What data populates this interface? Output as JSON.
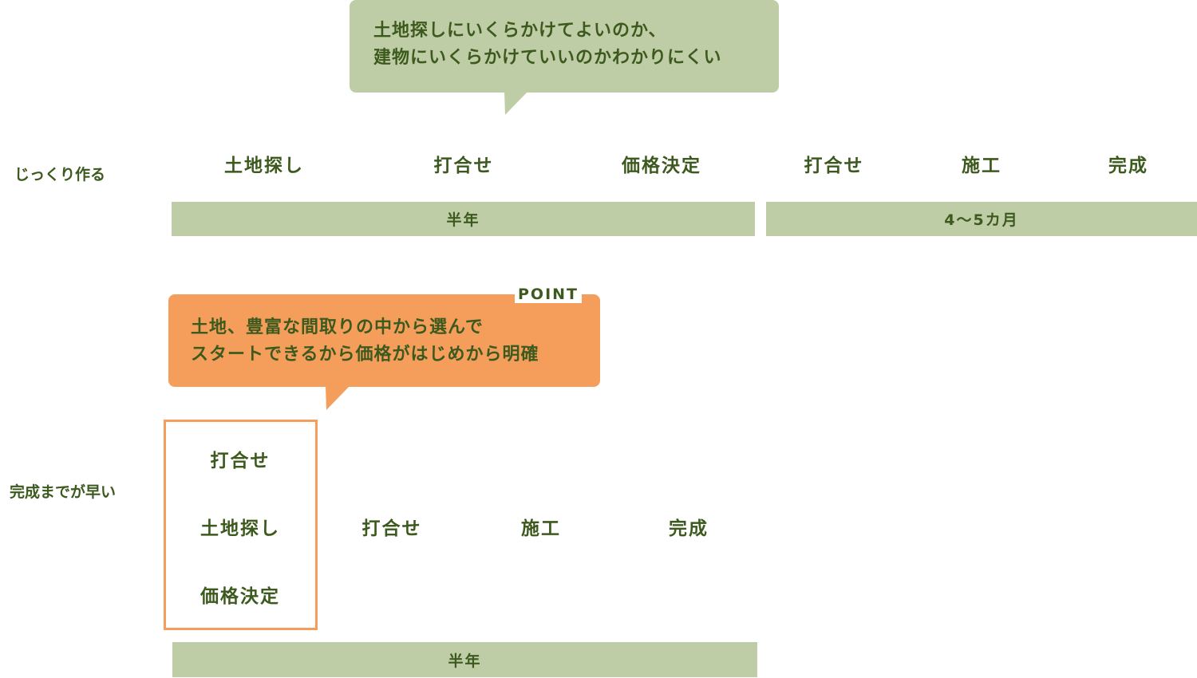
{
  "top_bubble": {
    "line1": "土地探しにいくらかけてよいのか、",
    "line2": "建物にいくらかけていいのかわかりにくい",
    "color": "#bfcda6"
  },
  "row1": {
    "label": "じっくり作る",
    "steps": [
      "土地探し",
      "打合せ",
      "価格決定",
      "打合せ",
      "施工",
      "完成"
    ],
    "bars": [
      "半年",
      "4〜5カ月"
    ]
  },
  "point_bubble": {
    "tag": "POINT",
    "line1": "土地、豊富な間取りの中から選んで",
    "line2": "スタートできるから価格がはじめから明確",
    "color": "#f59e5b"
  },
  "row2": {
    "label": "完成までが早い",
    "boxed_steps": [
      "打合せ",
      "土地探し",
      "価格決定"
    ],
    "steps": [
      "打合せ",
      "施工",
      "完成"
    ],
    "bar": "半年"
  },
  "colors": {
    "text": "#3d5a1e",
    "green": "#bfcda6",
    "orange": "#f59e5b"
  }
}
